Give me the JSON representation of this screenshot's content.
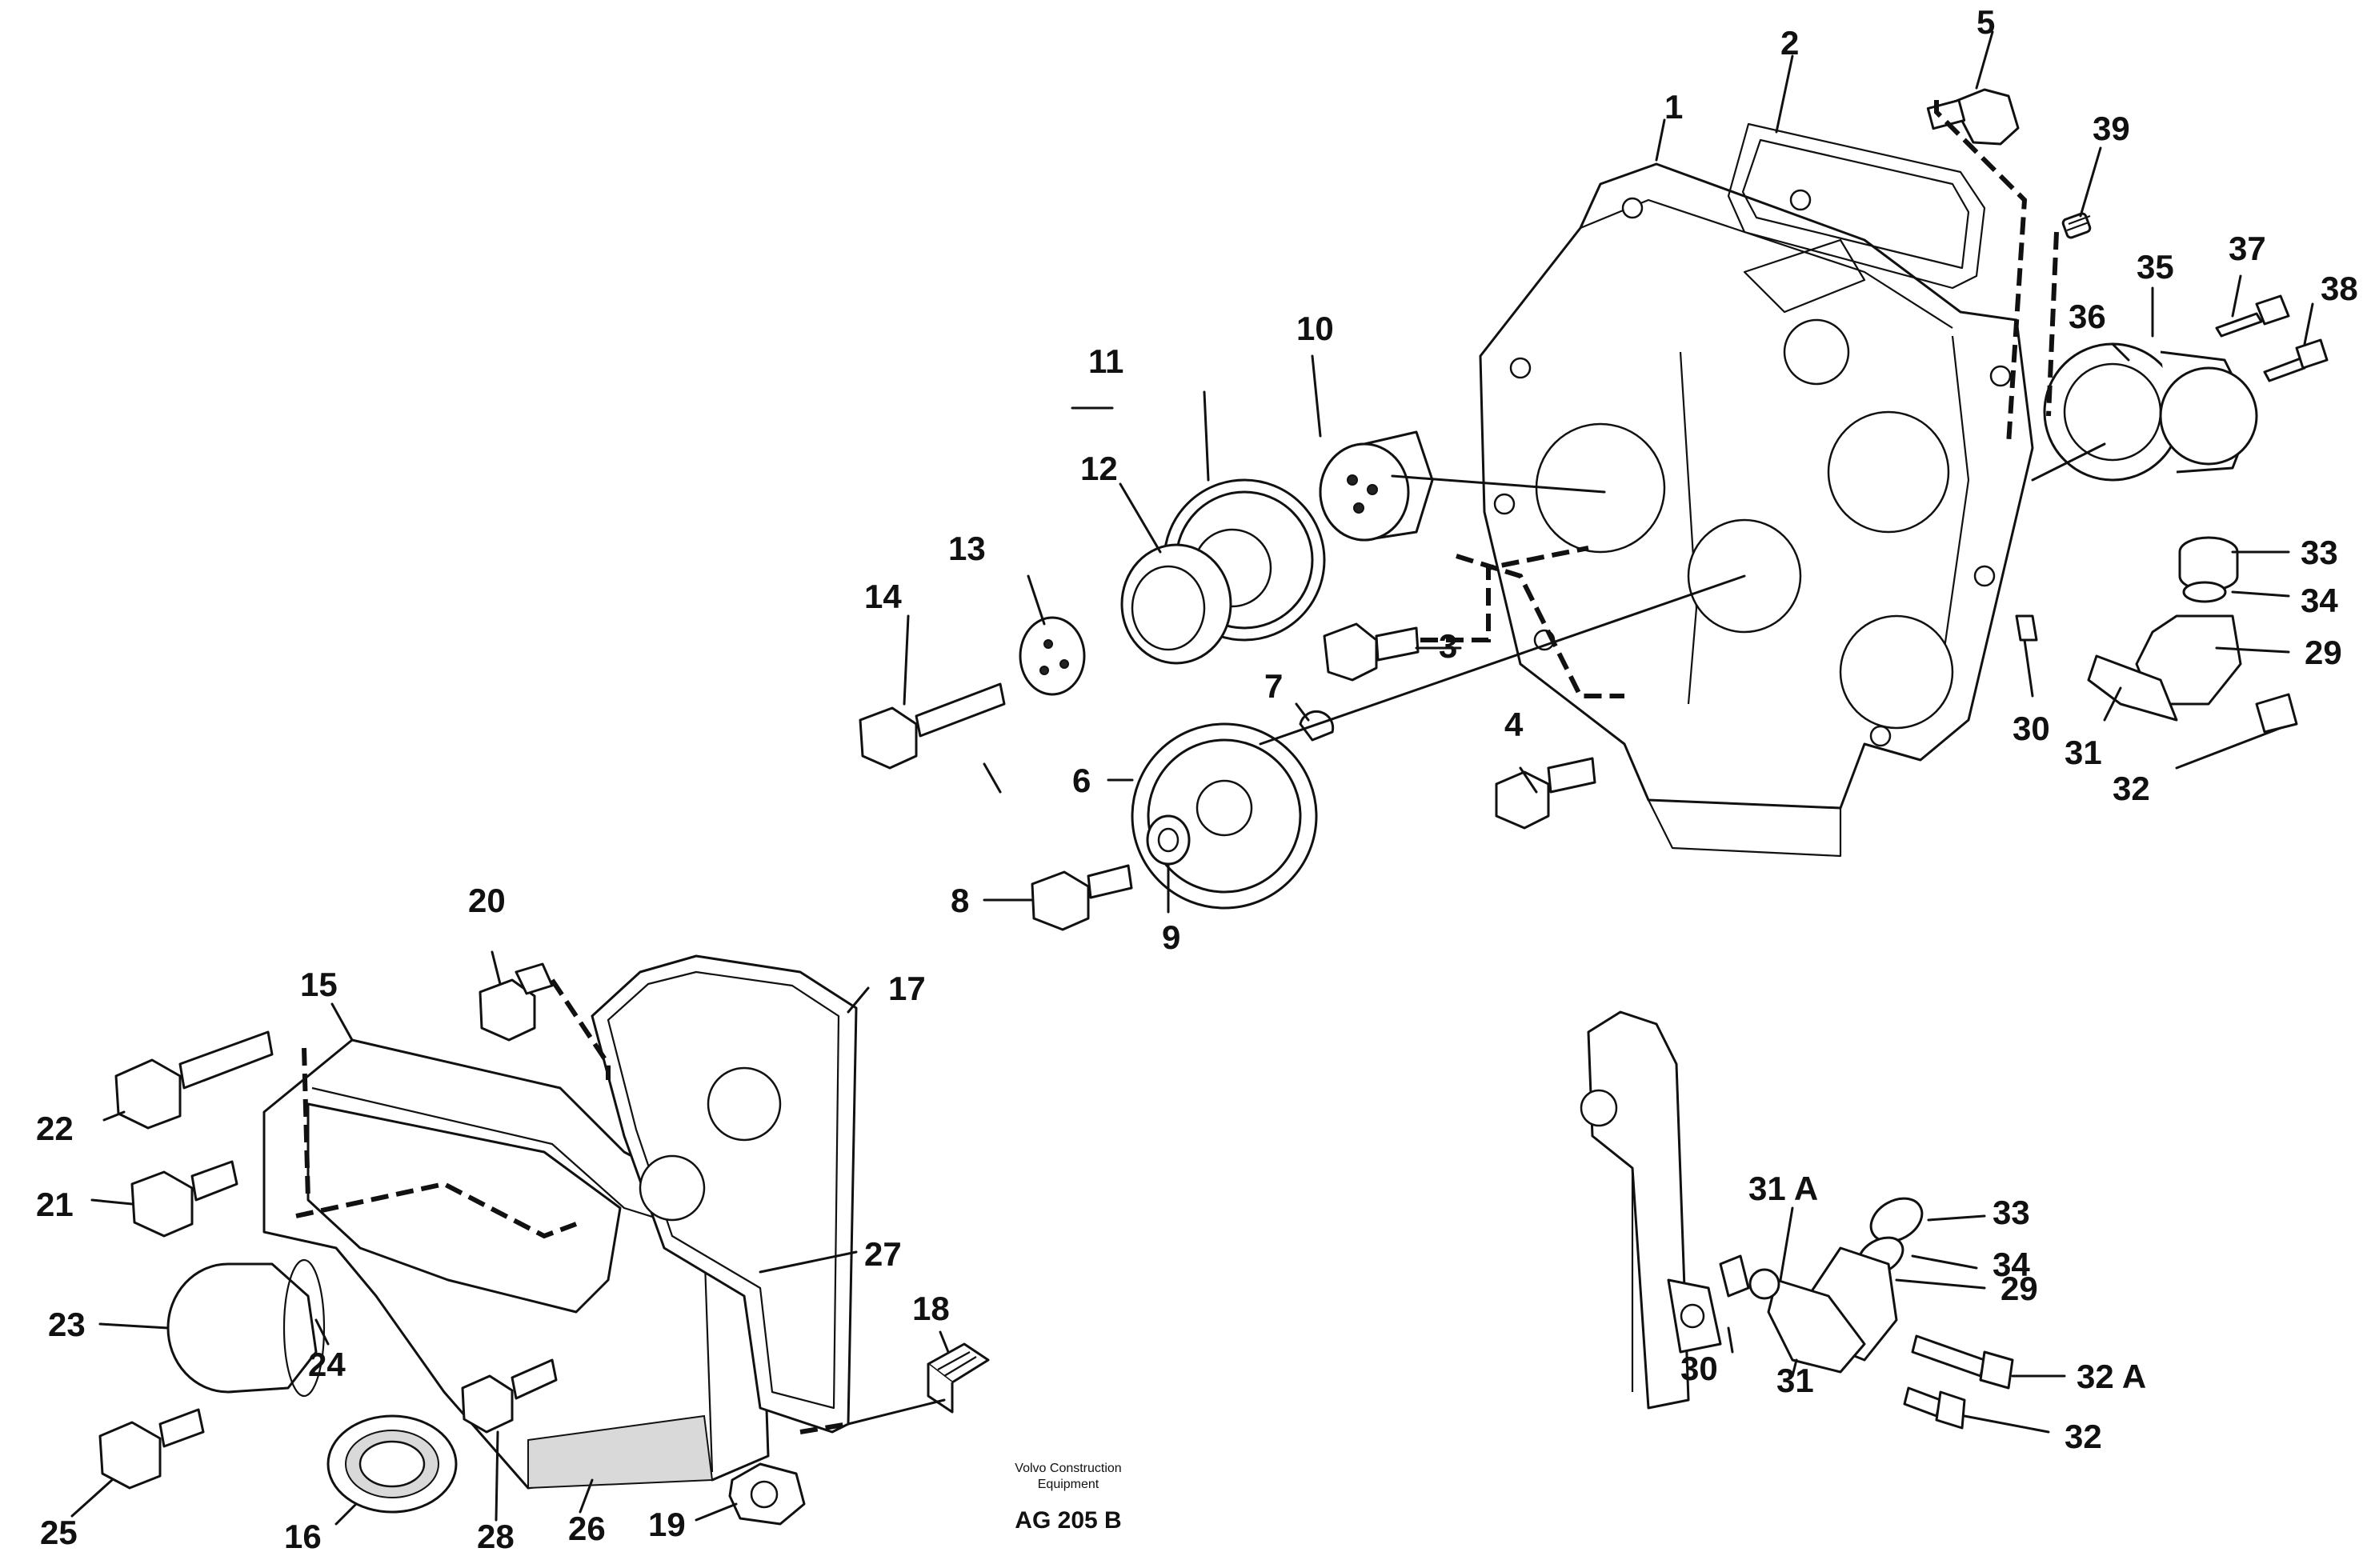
{
  "diagram": {
    "labels": [
      {
        "id": "1",
        "text": "1"
      },
      {
        "id": "2",
        "text": "2"
      },
      {
        "id": "3",
        "text": "3"
      },
      {
        "id": "4",
        "text": "4"
      },
      {
        "id": "5",
        "text": "5"
      },
      {
        "id": "6",
        "text": "6"
      },
      {
        "id": "7",
        "text": "7"
      },
      {
        "id": "8",
        "text": "8"
      },
      {
        "id": "9",
        "text": "9"
      },
      {
        "id": "10",
        "text": "10"
      },
      {
        "id": "11",
        "text": "11"
      },
      {
        "id": "12",
        "text": "12"
      },
      {
        "id": "13",
        "text": "13"
      },
      {
        "id": "14",
        "text": "14"
      },
      {
        "id": "15",
        "text": "15"
      },
      {
        "id": "16",
        "text": "16"
      },
      {
        "id": "17",
        "text": "17"
      },
      {
        "id": "18",
        "text": "18"
      },
      {
        "id": "19",
        "text": "19"
      },
      {
        "id": "20",
        "text": "20"
      },
      {
        "id": "21",
        "text": "21"
      },
      {
        "id": "22",
        "text": "22"
      },
      {
        "id": "23",
        "text": "23"
      },
      {
        "id": "24",
        "text": "24"
      },
      {
        "id": "25",
        "text": "25"
      },
      {
        "id": "26",
        "text": "26"
      },
      {
        "id": "27",
        "text": "27"
      },
      {
        "id": "28",
        "text": "28"
      },
      {
        "id": "29",
        "text": "29"
      },
      {
        "id": "30",
        "text": "30"
      },
      {
        "id": "31",
        "text": "31"
      },
      {
        "id": "32",
        "text": "32"
      },
      {
        "id": "33",
        "text": "33"
      },
      {
        "id": "34",
        "text": "34"
      },
      {
        "id": "35",
        "text": "35"
      },
      {
        "id": "36",
        "text": "36"
      },
      {
        "id": "37",
        "text": "37"
      },
      {
        "id": "38",
        "text": "38"
      },
      {
        "id": "39",
        "text": "39"
      },
      {
        "id": "29b",
        "text": "29"
      },
      {
        "id": "30b",
        "text": "30"
      },
      {
        "id": "31b",
        "text": "31"
      },
      {
        "id": "31A",
        "text": "31 A"
      },
      {
        "id": "32b",
        "text": "32"
      },
      {
        "id": "32A",
        "text": "32 A"
      },
      {
        "id": "33b",
        "text": "33"
      },
      {
        "id": "34b",
        "text": "34"
      }
    ],
    "caption": {
      "line1": "Volvo Construction",
      "line2": "Equipment",
      "code": "AG 205 B"
    }
  }
}
